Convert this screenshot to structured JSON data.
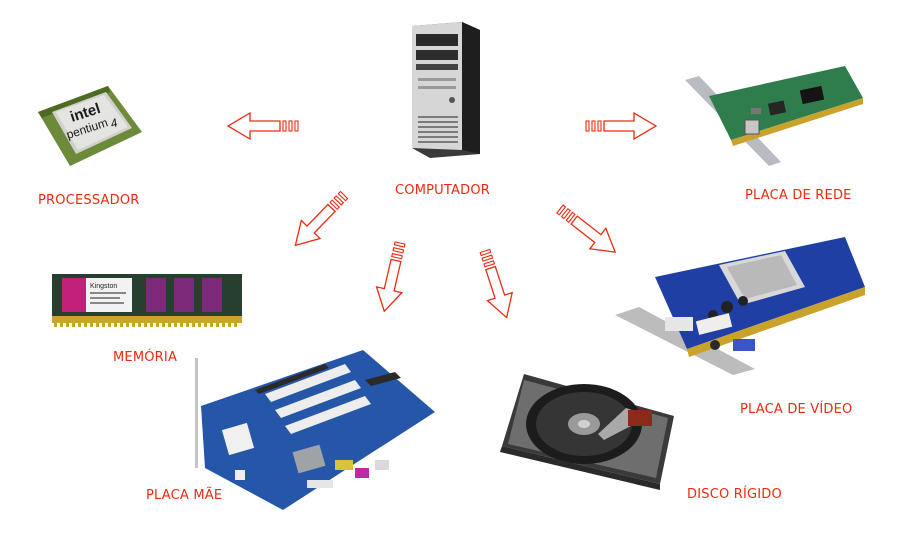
{
  "labels": {
    "computer": "COMPUTADOR",
    "processor": "PROCESSADOR",
    "network_card": "PLACA DE REDE",
    "memory": "MEMÓRIA",
    "video_card": "PLACA DE VÍDEO",
    "motherboard": "PLACA MÃE",
    "hard_disk": "DISCO RÍGIDO"
  },
  "chip_text": {
    "brand": "intel",
    "model": "pentium",
    "version": "4"
  },
  "memory_brand": "Kingston",
  "colors": {
    "label": "#ee2a10",
    "arrow_stroke": "#ee2a10",
    "arrow_fill": "#ffffff"
  }
}
